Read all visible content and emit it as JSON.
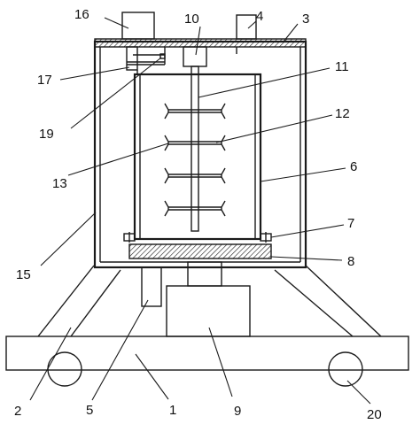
{
  "labels": {
    "l1": "1",
    "l2": "2",
    "l3": "3",
    "l4": "4",
    "l5": "5",
    "l6": "6",
    "l7": "7",
    "l8": "8",
    "l9": "9",
    "l10": "10",
    "l11": "11",
    "l12": "12",
    "l13": "13",
    "l15": "15",
    "l16": "16",
    "l17": "17",
    "l19": "19",
    "l20": "20"
  },
  "colors": {
    "line": "#1a1a1a",
    "background": "#ffffff"
  }
}
